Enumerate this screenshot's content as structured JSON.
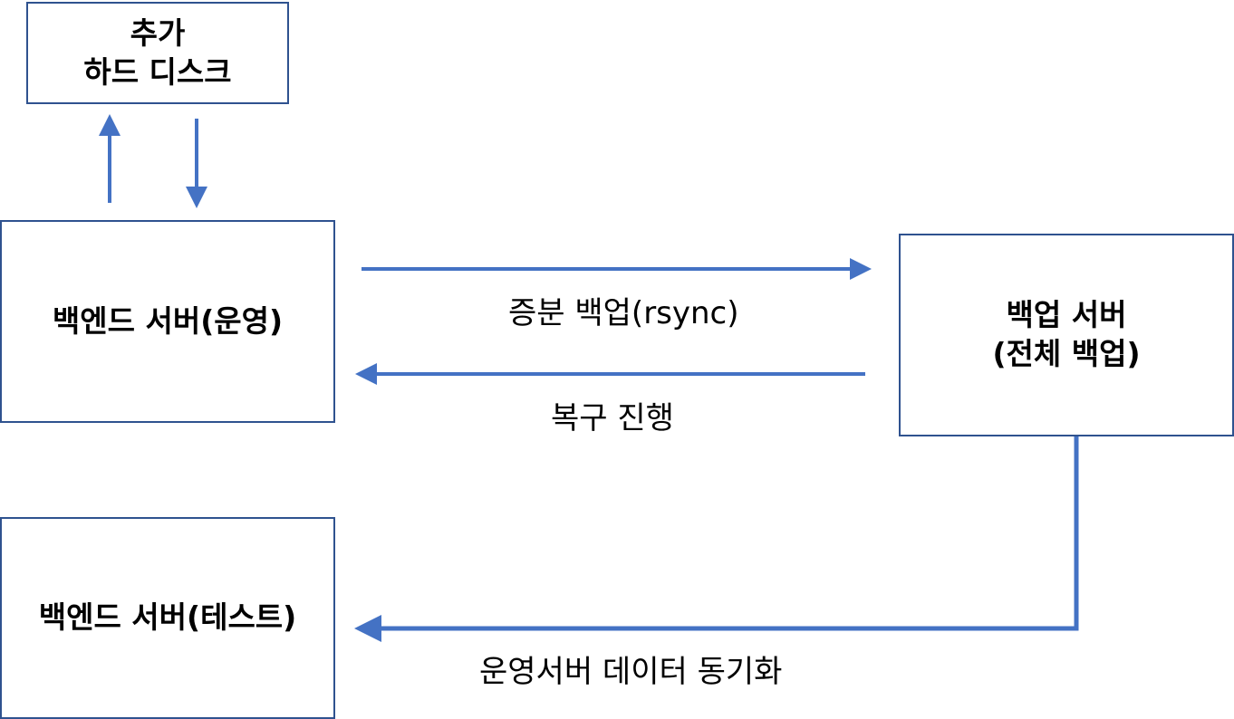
{
  "colors": {
    "arrow": "#4472c4",
    "box_border": "#2f528f",
    "text": "#000000"
  },
  "nodes": {
    "extra_disk": "추가\n하드 디스크",
    "backend_prod": "백엔드 서버(운영)",
    "backup_server": "백업 서버\n(전체 백업)",
    "backend_test": "백엔드 서버(테스트)"
  },
  "edges": {
    "incremental_backup": "증분 백업(rsync)",
    "restore": "복구 진행",
    "data_sync": "운영서버 데이터 동기화"
  }
}
